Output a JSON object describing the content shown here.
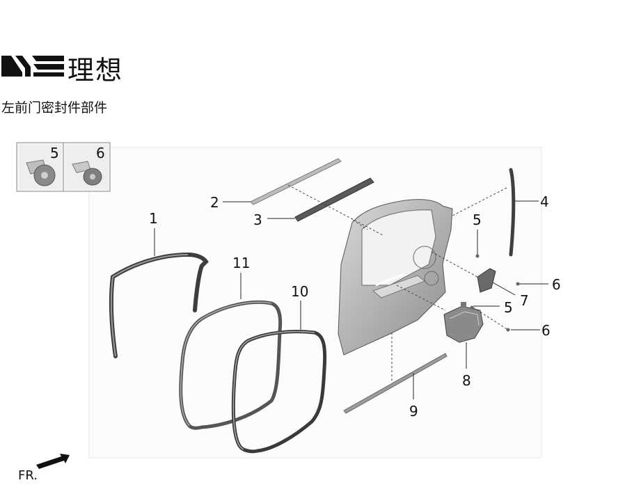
{
  "header": {
    "brand_name": "理想",
    "diagram_title": "左前门密封件部件"
  },
  "inset": {
    "items": [
      {
        "label": "5"
      },
      {
        "label": "6"
      }
    ]
  },
  "callouts": {
    "c1": "1",
    "c2": "2",
    "c3": "3",
    "c4": "4",
    "c5_top": "5",
    "c6_right": "6",
    "c7": "7",
    "c5_mid": "5",
    "c6_lower": "6",
    "c8": "8",
    "c9": "9",
    "c10": "10",
    "c11": "11"
  },
  "orientation": {
    "label": "FR."
  }
}
